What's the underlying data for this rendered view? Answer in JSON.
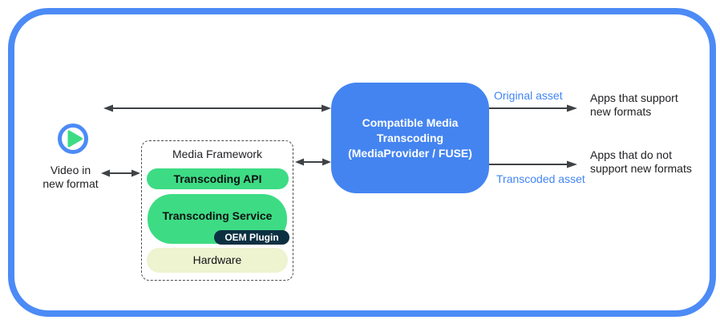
{
  "diagram": {
    "video_input": {
      "label": "Video in\nnew format"
    },
    "framework": {
      "title": "Media Framework",
      "layers": [
        {
          "label": "Transcoding API"
        },
        {
          "label": "Transcoding Service",
          "badge": "OEM Plugin"
        },
        {
          "label": "Hardware"
        }
      ]
    },
    "transcoder": {
      "label": "Compatible Media\nTranscoding\n(MediaProvider / FUSE)"
    },
    "edges": {
      "original_label": "Original asset",
      "transcoded_label": "Transcoded asset"
    },
    "apps_support": {
      "label": "Apps that support\nnew formats"
    },
    "apps_no_support": {
      "label": "Apps that do not\nsupport new formats"
    }
  },
  "colors": {
    "frame_blue": "#4C8BF6",
    "node_blue": "#4484F0",
    "edge_label_blue": "#4285F4",
    "android_green": "#3DDC84",
    "oem_navy": "#0C3042",
    "hardware_cream": "#EEF3D0",
    "arrow_gray": "#3F4245",
    "text_dark": "#202124"
  }
}
